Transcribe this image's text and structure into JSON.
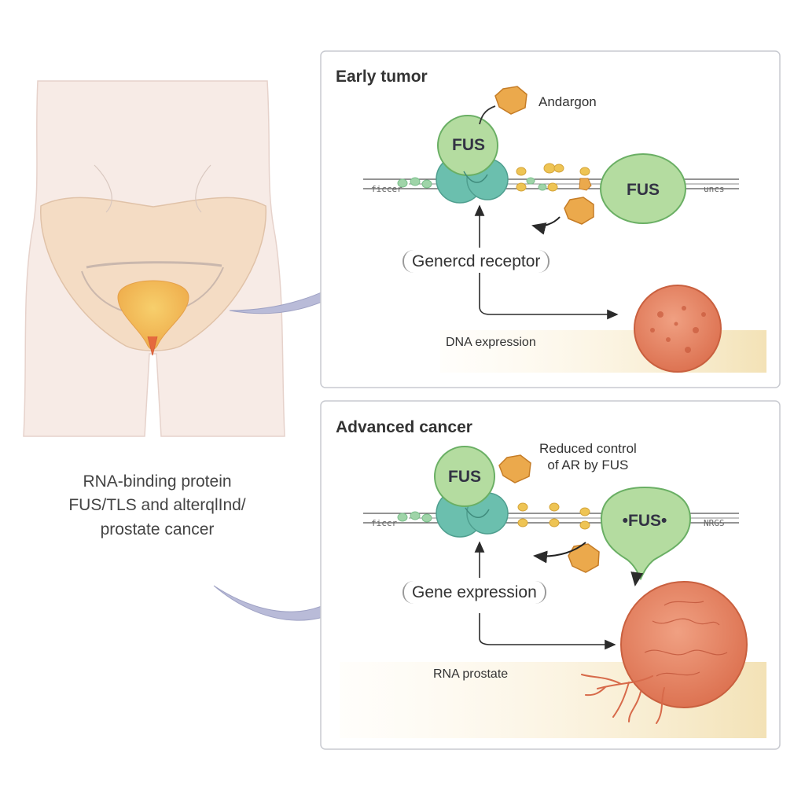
{
  "caption_lines": [
    "RNA-binding protein",
    "FUS/TLS and alterqlInd/",
    "prostate cancer"
  ],
  "panels": [
    {
      "title": "Early tumor",
      "side_note_lines": [
        "Andargon"
      ],
      "fus_left": "FUS",
      "fus_right": "FUS",
      "pill": "Genercd receptor",
      "band": "DNA expression",
      "gene_left": "ficcer",
      "gene_right": "uncs"
    },
    {
      "title": "Advanced cancer",
      "side_note_lines": [
        "Reduced control",
        "of AR by FUS"
      ],
      "fus_left": "FUS",
      "fus_right": "•FUS•",
      "pill": "Gene expression",
      "band": "RNA prostate",
      "gene_left": "ficcr",
      "gene_right": "NRGS"
    }
  ],
  "colors": {
    "fus_light": "#b4dca0",
    "fus_teal": "#6bbfae",
    "hormone": "#eba94c",
    "tumor": "#e8866a",
    "prostate": "#f3bd5a",
    "pelvis": "#f4dcc4",
    "body_skin": "#f7ebe6",
    "band": "#f5e4bf",
    "arrow": "#b9bbd8"
  }
}
